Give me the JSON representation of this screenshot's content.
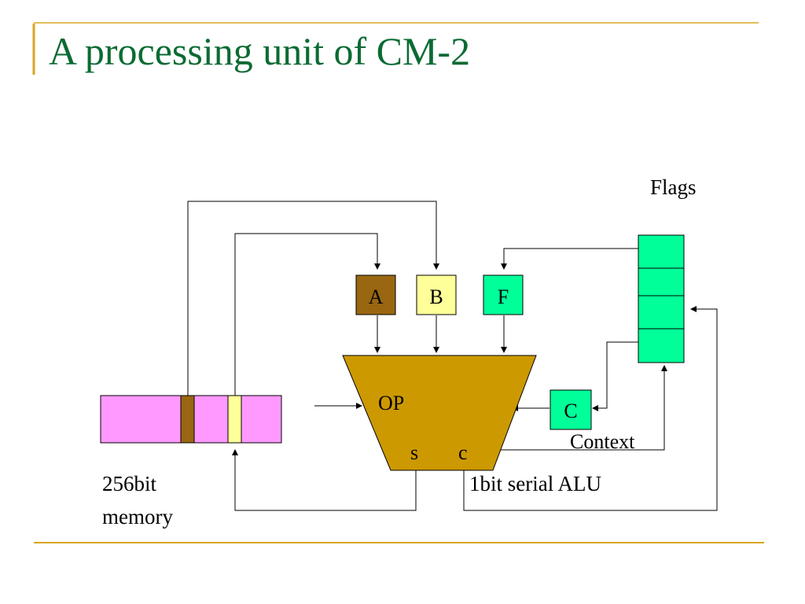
{
  "title": "A processing unit of CM-2",
  "colors": {
    "title": "#0b6b33",
    "accent_rule": "#d8a520",
    "memory": "#ff99ff",
    "memory_slot_a": "#996611",
    "memory_slot_b": "#ffff99",
    "register_a": "#996611",
    "register_b": "#ffff99",
    "register_f": "#00ff99",
    "register_c": "#00ff99",
    "flags": "#00ff99",
    "alu": "#cc9900",
    "line": "#000000"
  },
  "diagram": {
    "flags_label": "Flags",
    "registers": {
      "a": "A",
      "b": "B",
      "f": "F",
      "c": "C"
    },
    "alu": {
      "op_label": "OP",
      "s_label": "s",
      "c_label": "c",
      "caption": "1bit serial ALU"
    },
    "context_label": "Context",
    "memory_label_line1": "256bit",
    "memory_label_line2": "memory"
  }
}
